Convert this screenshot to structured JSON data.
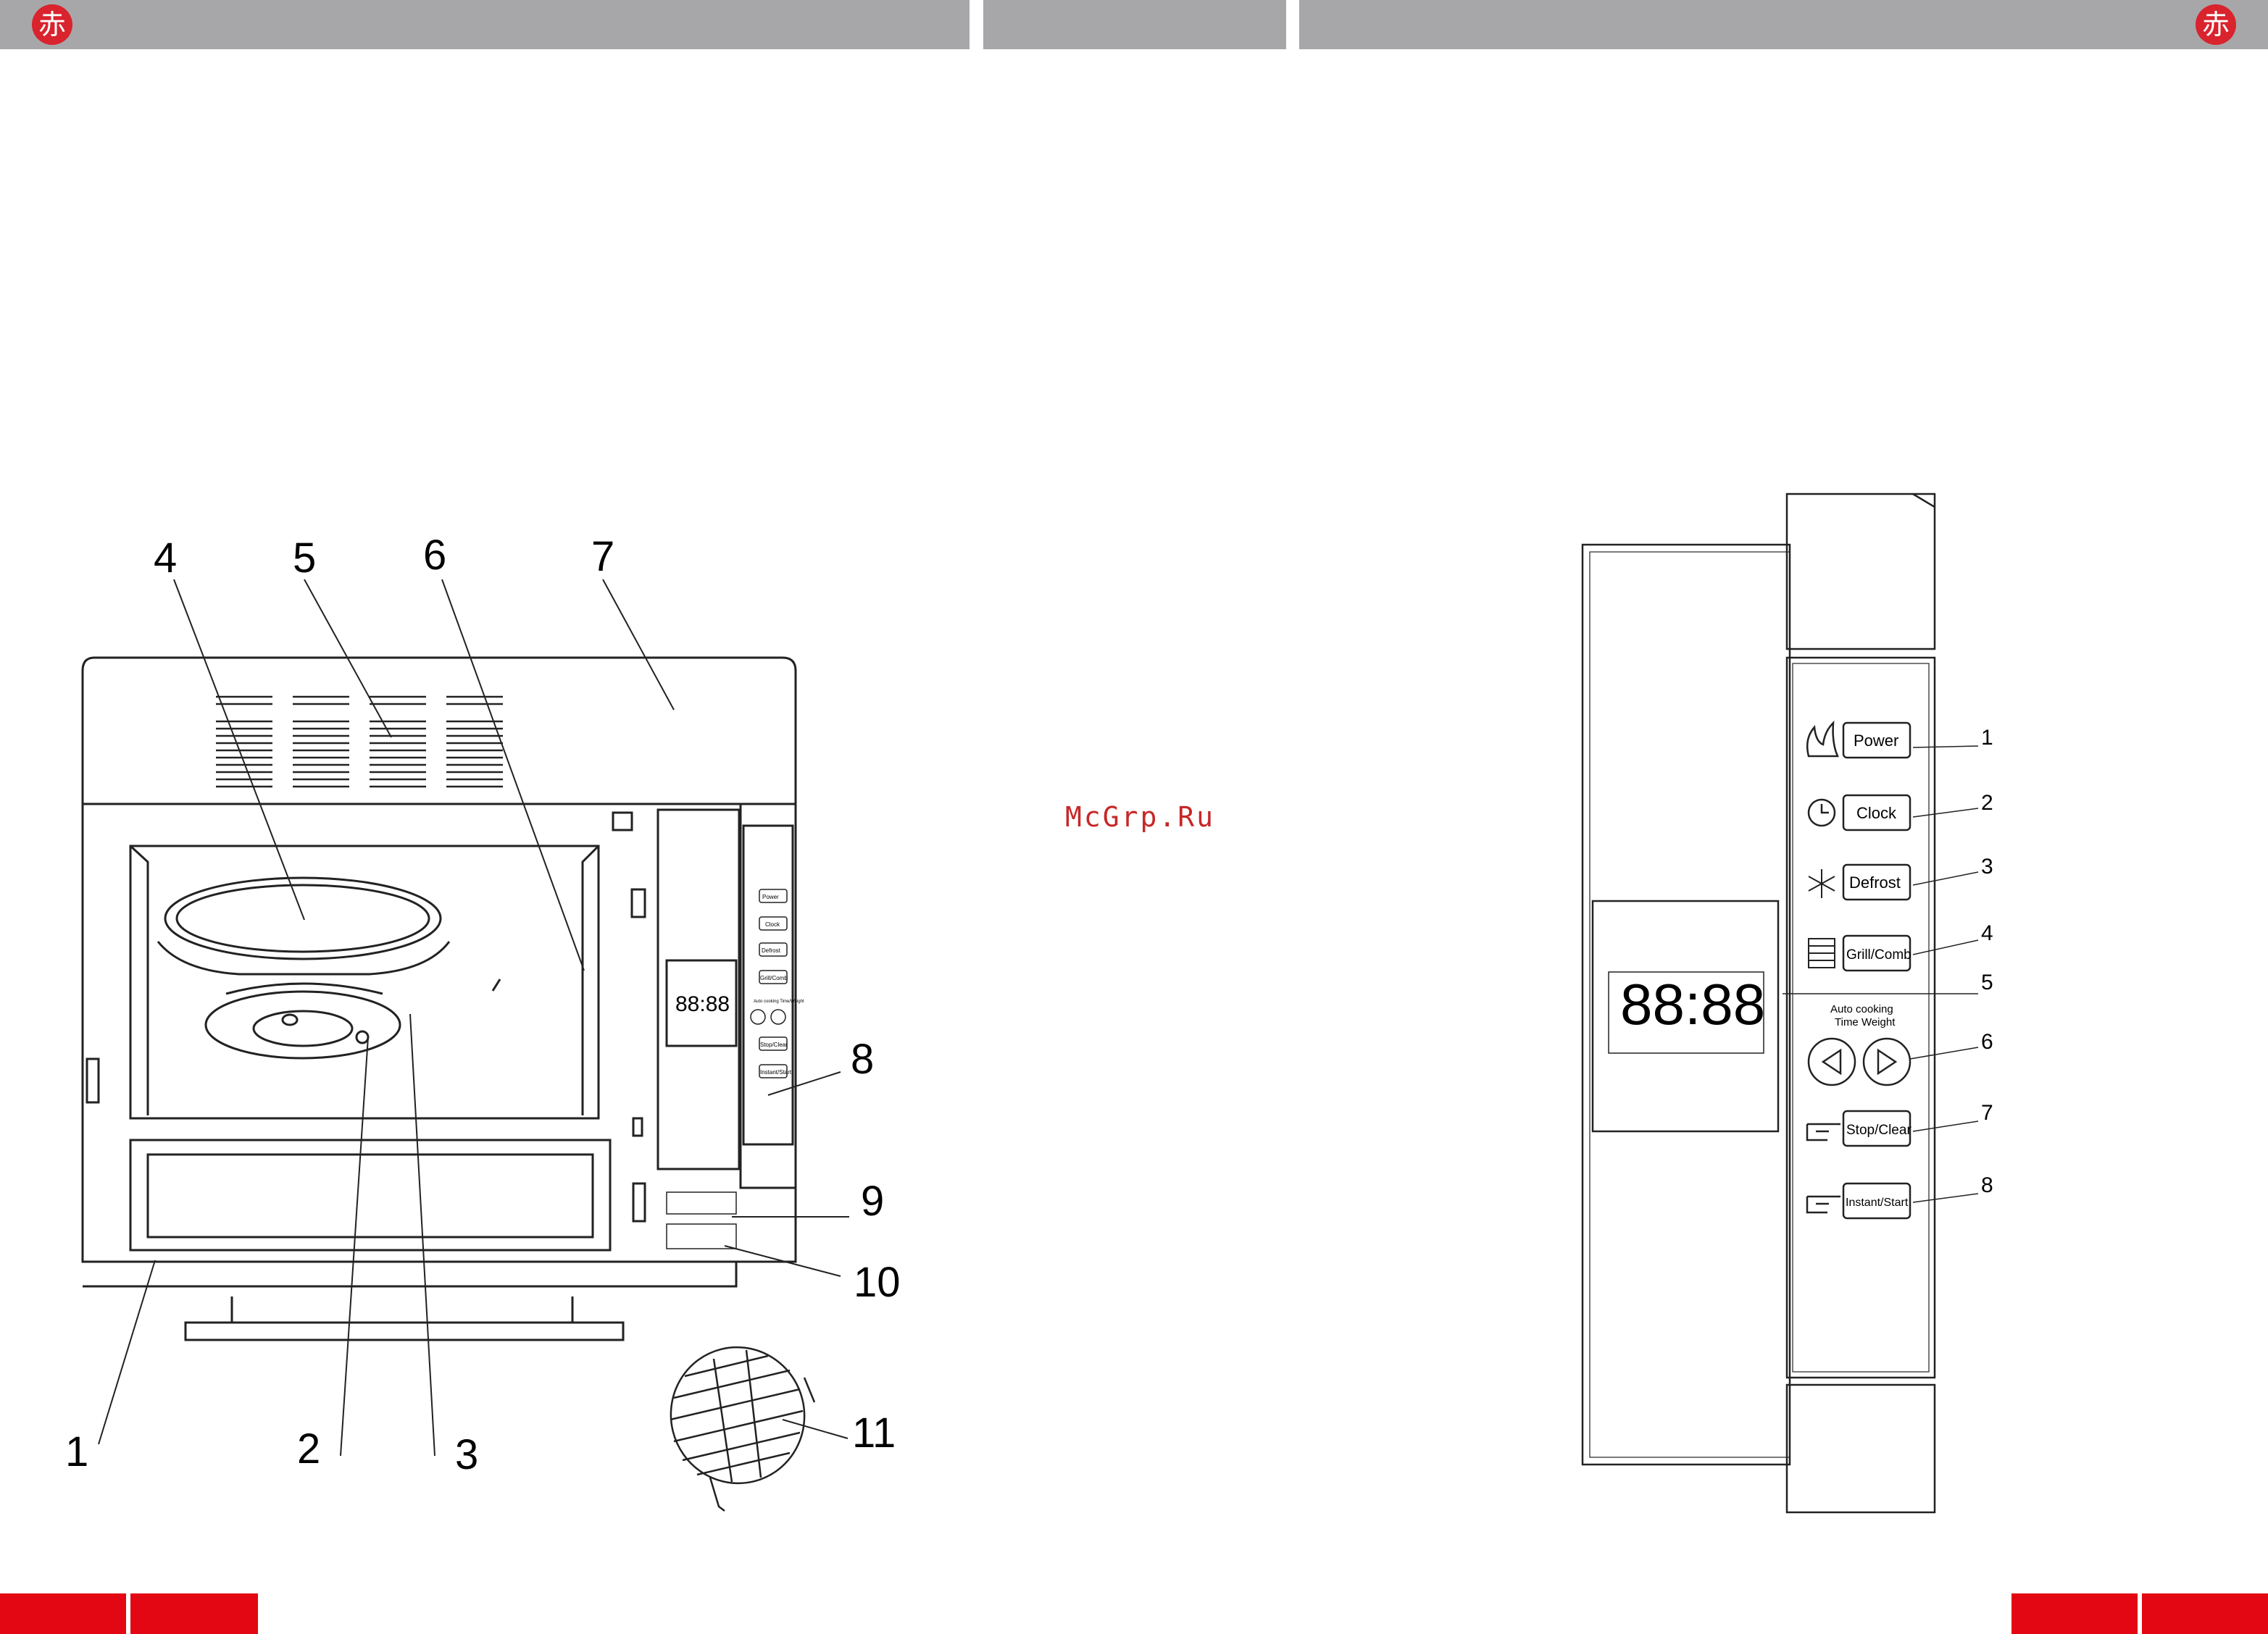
{
  "header": {
    "logo_glyph": "赤"
  },
  "watermark": "McGrp.Ru",
  "left_figure": {
    "callouts": [
      "1",
      "2",
      "3",
      "4",
      "5",
      "6",
      "7",
      "8",
      "9",
      "10",
      "11"
    ],
    "display": "88:88",
    "panel_buttons": [
      "Power",
      "Clock",
      "Defrost",
      "Grill/Comb",
      "Stop/Clear",
      "Instant/Start"
    ],
    "panel_caption": "Auto cooking Time/Weight"
  },
  "right_panel": {
    "display": "88:88",
    "caption_line1": "Auto cooking",
    "caption_line2": "Time Weight",
    "buttons": {
      "power": "Power",
      "clock": "Clock",
      "defrost": "Defrost",
      "grill": "Grill/Comb",
      "stop": "Stop/Clear",
      "start": "Instant/Start"
    },
    "callouts": [
      "1",
      "2",
      "3",
      "4",
      "5",
      "6",
      "7",
      "8"
    ]
  },
  "colors": {
    "header_bar": "#a7a7a9",
    "accent_red": "#e30613",
    "logo_red": "#d9232d"
  }
}
